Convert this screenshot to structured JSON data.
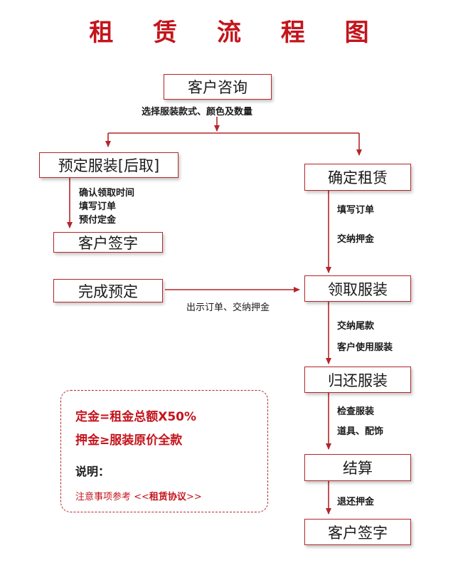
{
  "title": "租 赁 流 程 图",
  "nodes": {
    "consult": "客户咨询",
    "reserve": "预定服装[后取]",
    "confirm": "确定租赁",
    "sign1": "客户签字",
    "complete_reserve": "完成预定",
    "pickup": "领取服装",
    "return": "归还服装",
    "settle": "结算",
    "sign2": "客户签字"
  },
  "notes": {
    "consult": "选择服装款式、颜色及数量",
    "reserve_1": "确认领取时间",
    "reserve_2": "填写订单",
    "reserve_3": "预付定金",
    "confirm_1": "填写订单",
    "confirm_2": "交纳押金",
    "complete": "出示订单、交纳押金",
    "pickup_1": "交纳尾款",
    "pickup_2": "客户使用服装",
    "return_1": "检查服装",
    "return_2": "道具、配饰",
    "settle_1": "退还押金"
  },
  "legend": {
    "deposit_rule": "定金=租金总额X50%",
    "pledge_rule": "押金≥服装原价全款",
    "explain_label": "说明：",
    "refs_prefix": "注意事项参考 <<",
    "refs_link": "租赁协议",
    "refs_suffix": ">>"
  },
  "colors": {
    "accent": "#c4141c",
    "border": "#b3262b"
  }
}
